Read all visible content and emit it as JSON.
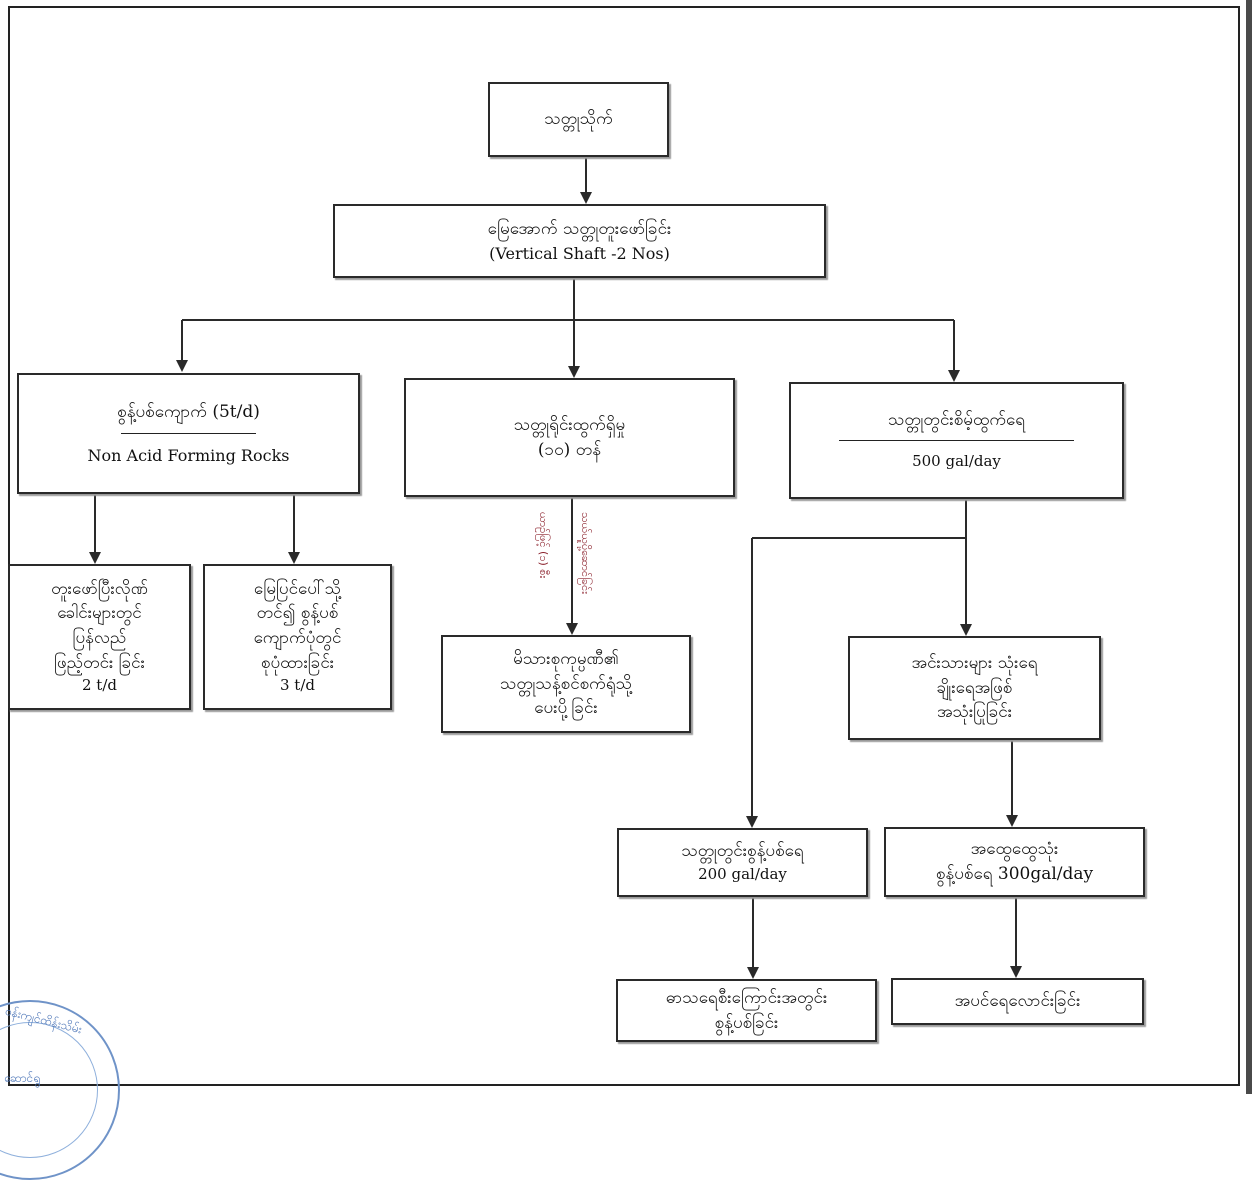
{
  "boxes": {
    "n1": {
      "line1": "သတ္တုသိုက်"
    },
    "n2": {
      "line1": "မြေအောက် သတ္တုတူးဖော်ခြင်း",
      "line2": "(Vertical Shaft -2 Nos)"
    },
    "n3": {
      "line1": "စွန့်ပစ်ကျောက် (5t/d)",
      "line2": "Non Acid Forming Rocks"
    },
    "n4": {
      "line1": "သတ္တုရိုင်းထွက်ရှိမှု",
      "line2": "(၁၀) တန်"
    },
    "n5": {
      "line1": "သတ္တုတွင်းစိမ့်ထွက်ရေ",
      "line2": "500 gal/day"
    },
    "n6": {
      "line1": "တူးဖော်ပြီးလိုဏ်",
      "line2": "ခေါင်းများတွင်",
      "line3": "ပြန်လည်",
      "line4": "ဖြည့်တင်း ခြင်း",
      "line5": "2 t/d"
    },
    "n7": {
      "line1": "မြေပြင်ပေါ်သို့",
      "line2": "တင်၍ စွန့်ပစ်",
      "line3": "ကျောက်ပုံတွင်",
      "line4": "စုပုံထားခြင်း",
      "line5": "3 t/d"
    },
    "n8": {
      "line1": "မိသားစုကုမ္ပဏီ၏",
      "line2": "သတ္တုသန့်စင်စက်ရုံသို့",
      "line3": "ပေးပို့ခြင်း"
    },
    "n9": {
      "line1": "အင်းသားများ သုံးရေ",
      "line2": "ချိုးရေအဖြစ်",
      "line3": "အသုံးပြုခြင်း"
    },
    "n10": {
      "line1": "သတ္တုတွင်းစွန့်ပစ်ရေ",
      "line2": "200 gal/day"
    },
    "n11": {
      "line1": "အထွေထွေသုံး",
      "line2": "စွန့်ပစ်ရေ 300gal/day"
    },
    "n12": {
      "line1": "ဓာသရေစီးကြောင်းအတွင်း",
      "line2": "စွန့်ပစ်ခြင်း"
    },
    "n13": {
      "line1": "အပင်ရေလောင်းခြင်း"
    }
  },
  "edge_labels": {
    "truck": "ယာဉ်ဖြင့် (၁) စီး",
    "transport": "သယ်ယူပို့ဆောင်ခြင်း"
  },
  "seal": {
    "top_text": "ဝန်းကျင်ထိန်းသိမ်း",
    "bottom_text": "ဆောင်ရွ"
  },
  "colors": {
    "line": "#2a2a2a",
    "edge_label": "#8a1f2a",
    "seal": "#4d76b8"
  }
}
